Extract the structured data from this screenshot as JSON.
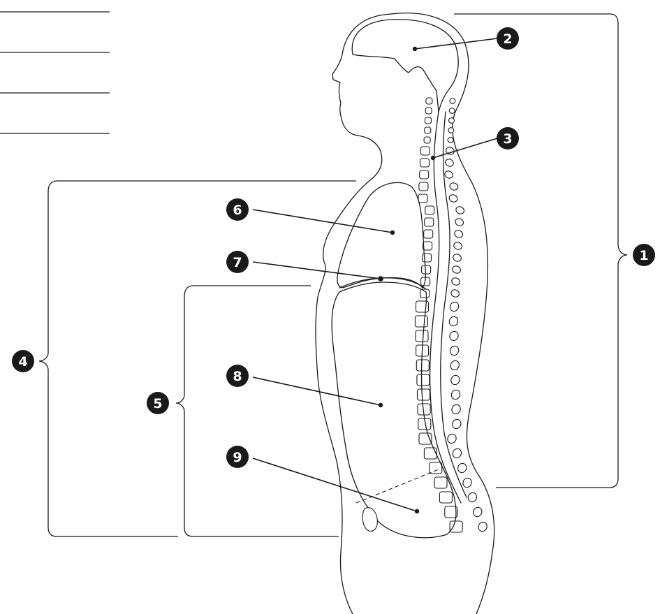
{
  "labels": {
    "1": "1",
    "2": "2",
    "3": "3",
    "4": "4",
    "5": "5",
    "6": "6",
    "7": "7",
    "8": "8",
    "9": "9"
  },
  "answer_blanks": [
    "",
    "",
    "",
    ""
  ],
  "colors": {
    "ink": "#1a1a1a",
    "background": "#ffffff"
  }
}
